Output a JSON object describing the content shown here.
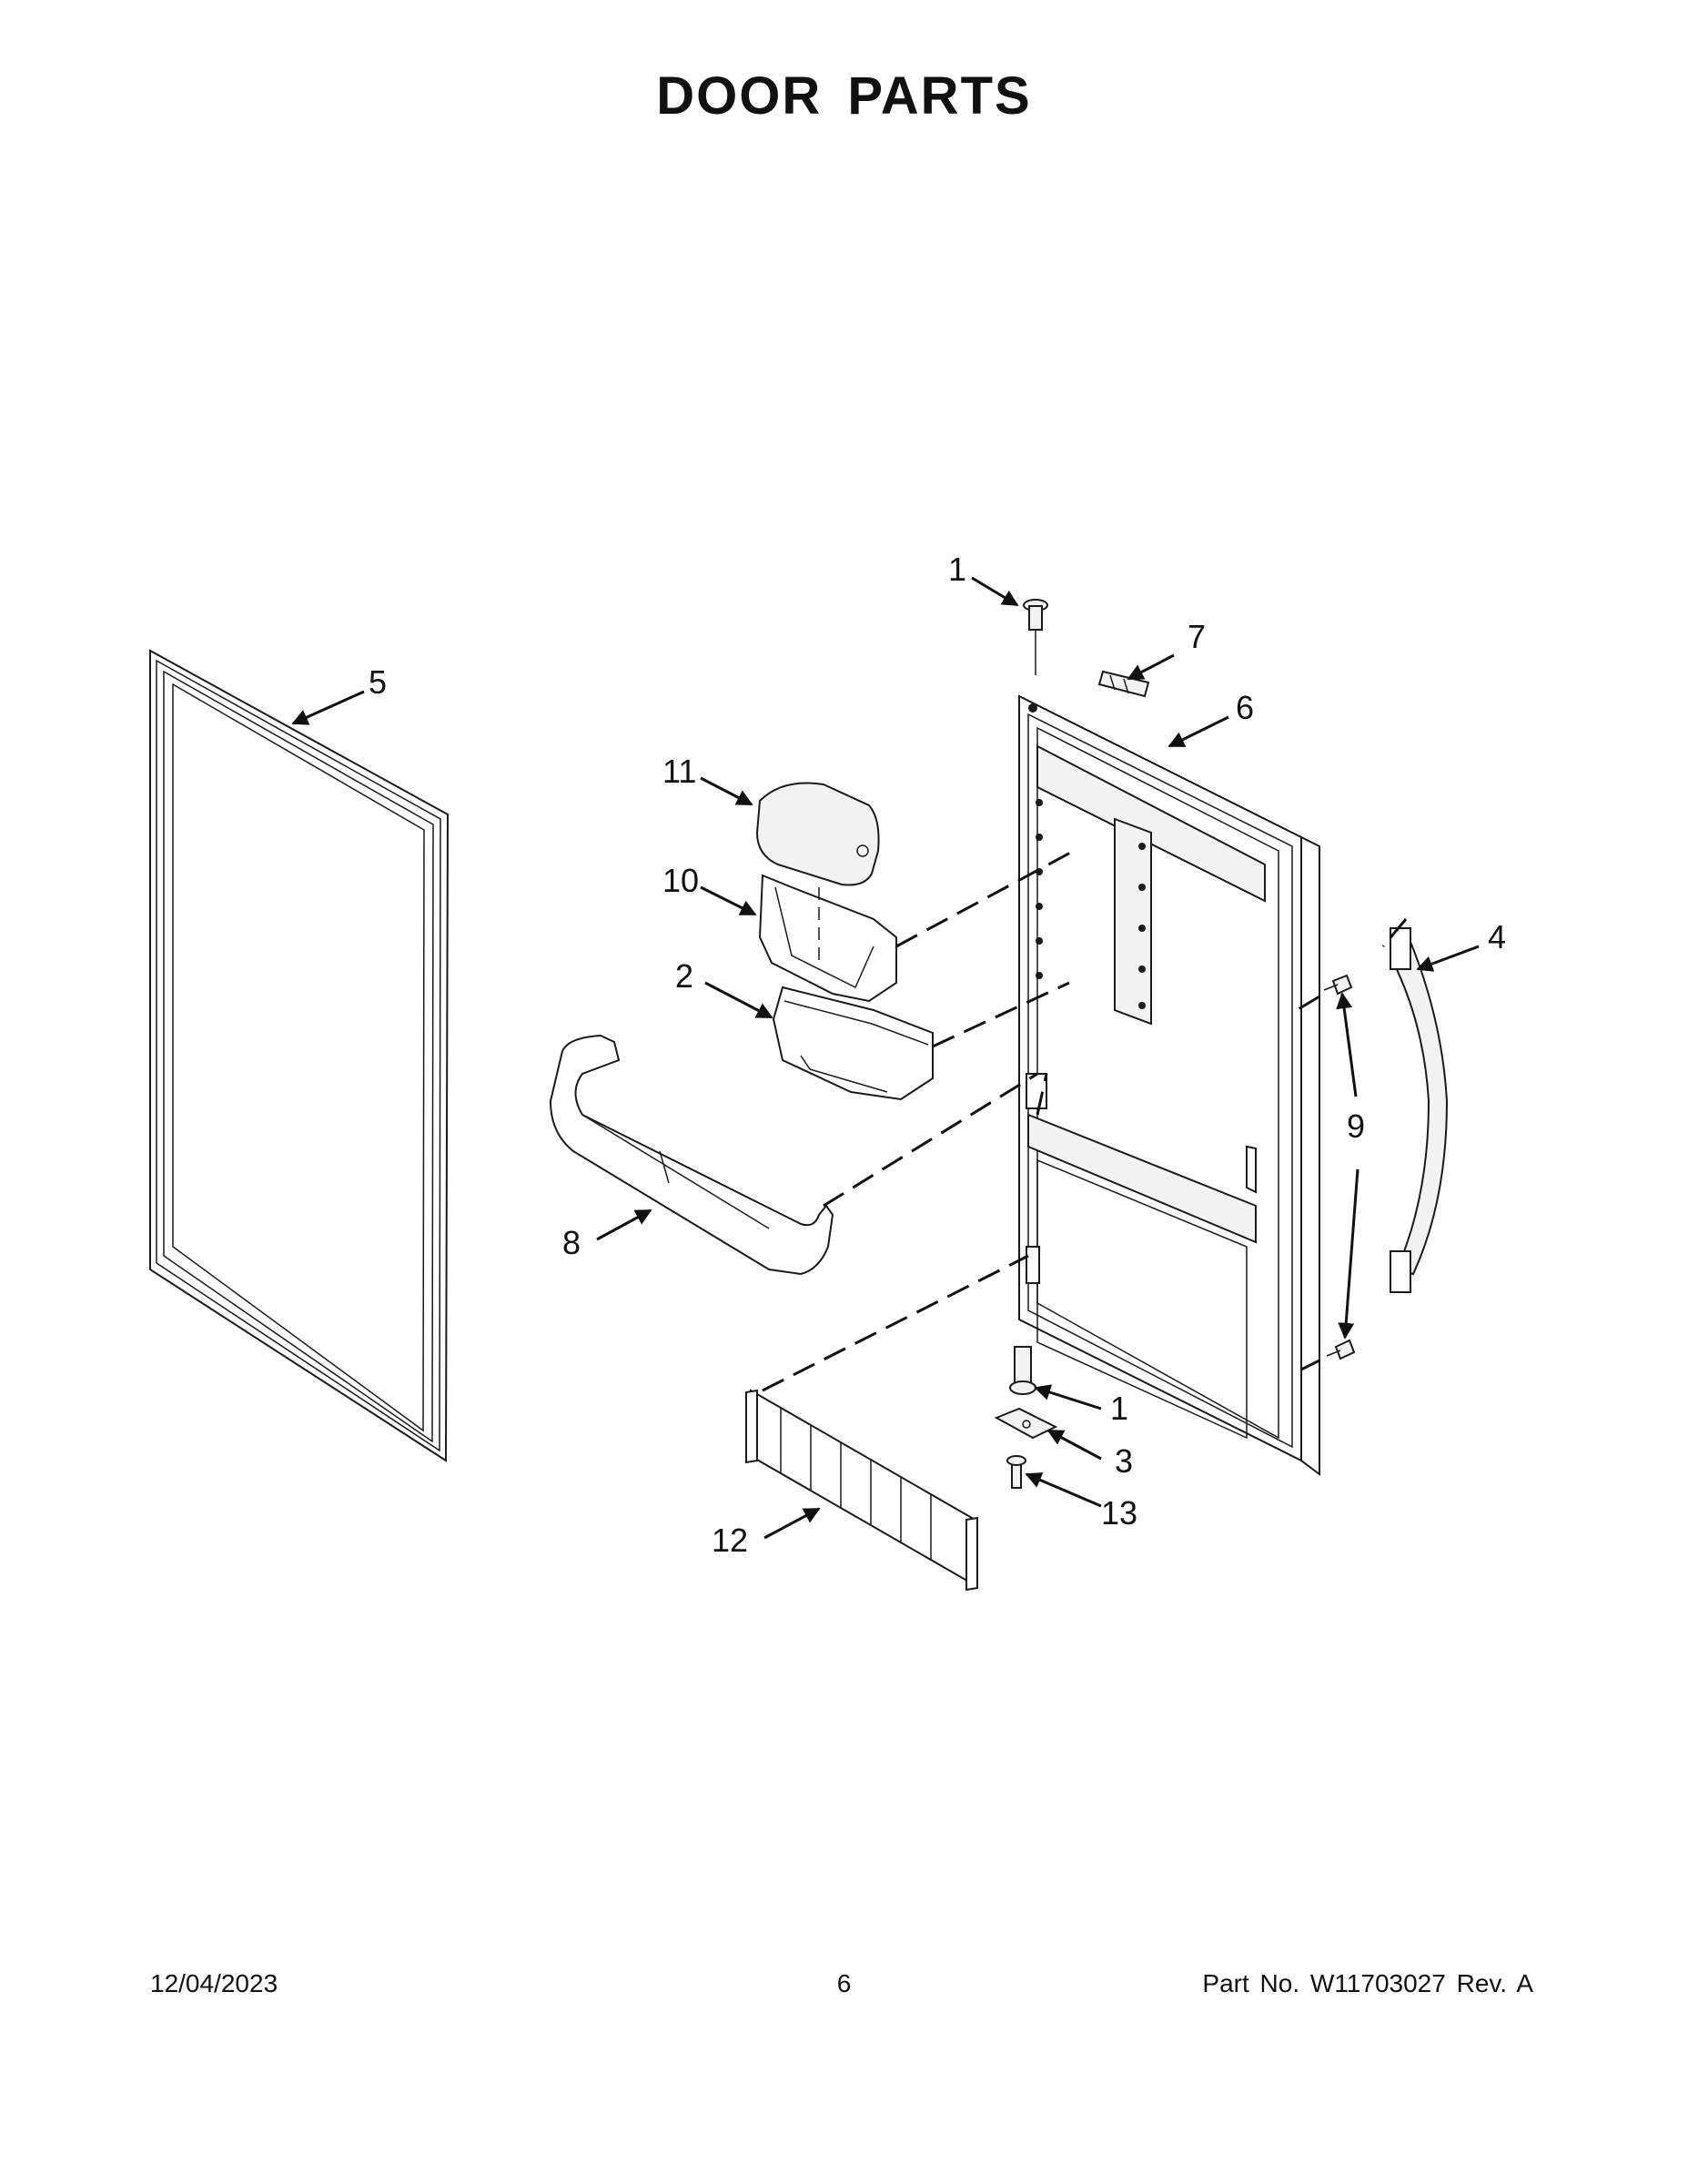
{
  "title": "DOOR PARTS",
  "footer": {
    "date": "12/04/2023",
    "page": "6",
    "part_no": "Part No.  W11703027  Rev.  A"
  },
  "callouts": {
    "c1_top": "1",
    "c7": "7",
    "c6": "6",
    "c5": "5",
    "c11": "11",
    "c10": "10",
    "c2": "2",
    "c4": "4",
    "c9": "9",
    "c8": "8",
    "c1_bottom": "1",
    "c3": "3",
    "c13": "13",
    "c12": "12"
  }
}
